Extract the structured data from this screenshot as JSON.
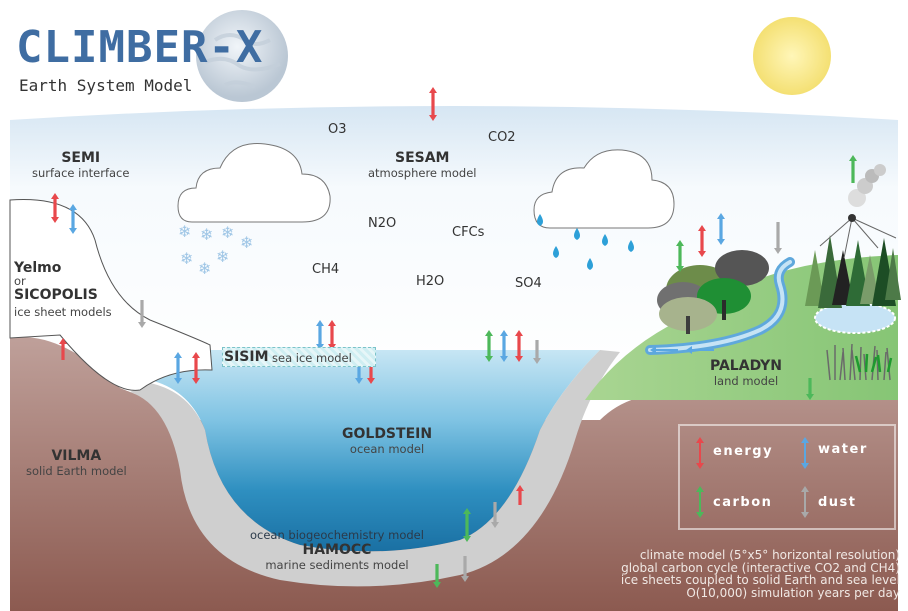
{
  "logo": {
    "title": "CLIMBER-X",
    "subtitle": "Earth System Model"
  },
  "components": {
    "semi": {
      "name": "SEMI",
      "desc": "surface interface"
    },
    "sesam": {
      "name": "SESAM",
      "desc": "atmosphere model"
    },
    "yelmo": {
      "name": "Yelmo",
      "or": "or",
      "alt": "SICOPOLIS",
      "desc": "ice sheet models"
    },
    "sisim": {
      "name": "SISIM",
      "desc": "sea ice model"
    },
    "vilma": {
      "name": "VILMA",
      "desc": "solid Earth model"
    },
    "goldstein": {
      "name": "GOLDSTEIN",
      "desc": "ocean model"
    },
    "paladyn": {
      "name": "PALADYN",
      "desc": "land model"
    },
    "hamocc": {
      "pre": "ocean biogeochemistry model",
      "name": "HAMOCC",
      "desc": "marine sediments model"
    }
  },
  "gases": {
    "o3": "O3",
    "co2": "CO2",
    "n2o": "N2O",
    "cfcs": "CFCs",
    "ch4": "CH4",
    "h2o": "H2O",
    "so4": "SO4"
  },
  "legend": {
    "energy": "energy",
    "water": "water",
    "carbon": "carbon",
    "dust": "dust"
  },
  "summary": [
    "climate model (5°x5° horizontal resolution)",
    "global carbon cycle (interactive CO2 and CH4)",
    "ice sheets coupled to solid Earth and sea level",
    "O(10,000) simulation years per day"
  ],
  "colors": {
    "energy": "#e8484c",
    "water": "#5aa7e2",
    "carbon": "#4db85a",
    "dust": "#a9a9a9",
    "logo": "#3f6da2"
  }
}
